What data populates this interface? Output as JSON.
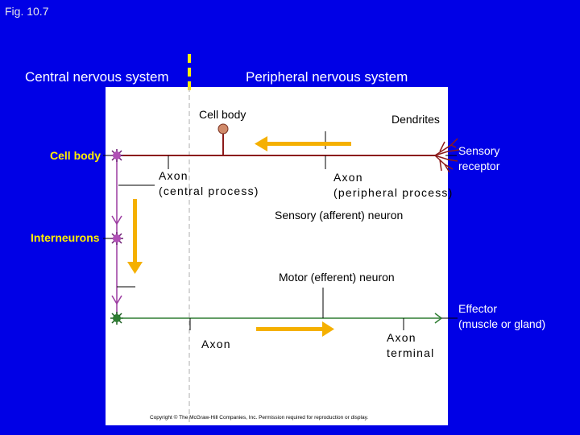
{
  "figure_label": "Fig. 10.7",
  "regions": {
    "cns": "Central nervous system",
    "pns": "Peripheral nervous system"
  },
  "labels": {
    "cell_body_top": "Cell body",
    "dendrites": "Dendrites",
    "cell_body_left": "Cell body",
    "sensory_receptor": [
      "Sensory",
      "receptor"
    ],
    "axon_central": [
      "Axon",
      "(central process)"
    ],
    "axon_peripheral": [
      "Axon",
      "(peripheral process)"
    ],
    "sensory_neuron": "Sensory (afferent) neuron",
    "interneurons": "Interneurons",
    "motor_neuron": "Motor (efferent) neuron",
    "axon_motor": "Axon",
    "effector": [
      "Effector",
      "(muscle or gland)"
    ],
    "axon_lower": "Axon",
    "axon_terminal": [
      "Axon",
      "terminal"
    ]
  },
  "copyright": "Copyright © The McGraw-Hill Companies, Inc. Permission required for reproduction or display.",
  "colors": {
    "background": "#0000e6",
    "arrow": "#f5b000",
    "nerve": "#8b1a1a",
    "neuron_purple": "#9b3aa0",
    "motor_green": "#2e7d32",
    "divider_yellow": "#ffee00"
  }
}
